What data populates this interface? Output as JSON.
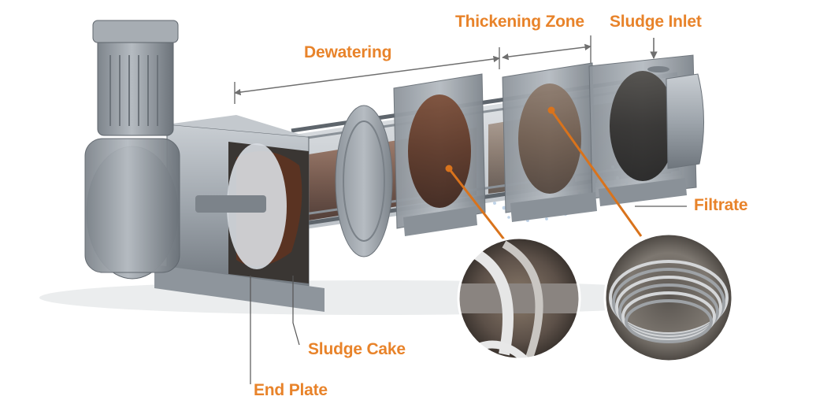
{
  "labels": {
    "dewatering": "Dewatering",
    "thickening_zone": "Thickening Zone",
    "sludge_inlet": "Sludge Inlet",
    "filtrate": "Filtrate",
    "sludge_cake": "Sludge Cake",
    "end_plate": "End Plate"
  },
  "colors": {
    "label_orange": "#e8832a",
    "leader_line": "#d9731c",
    "dimension_line": "#7a7a7a",
    "steel": "#a9afb5",
    "sludge": "#5a3322",
    "filtrate_drops": "#b9cfe6",
    "background": "#ffffff"
  }
}
